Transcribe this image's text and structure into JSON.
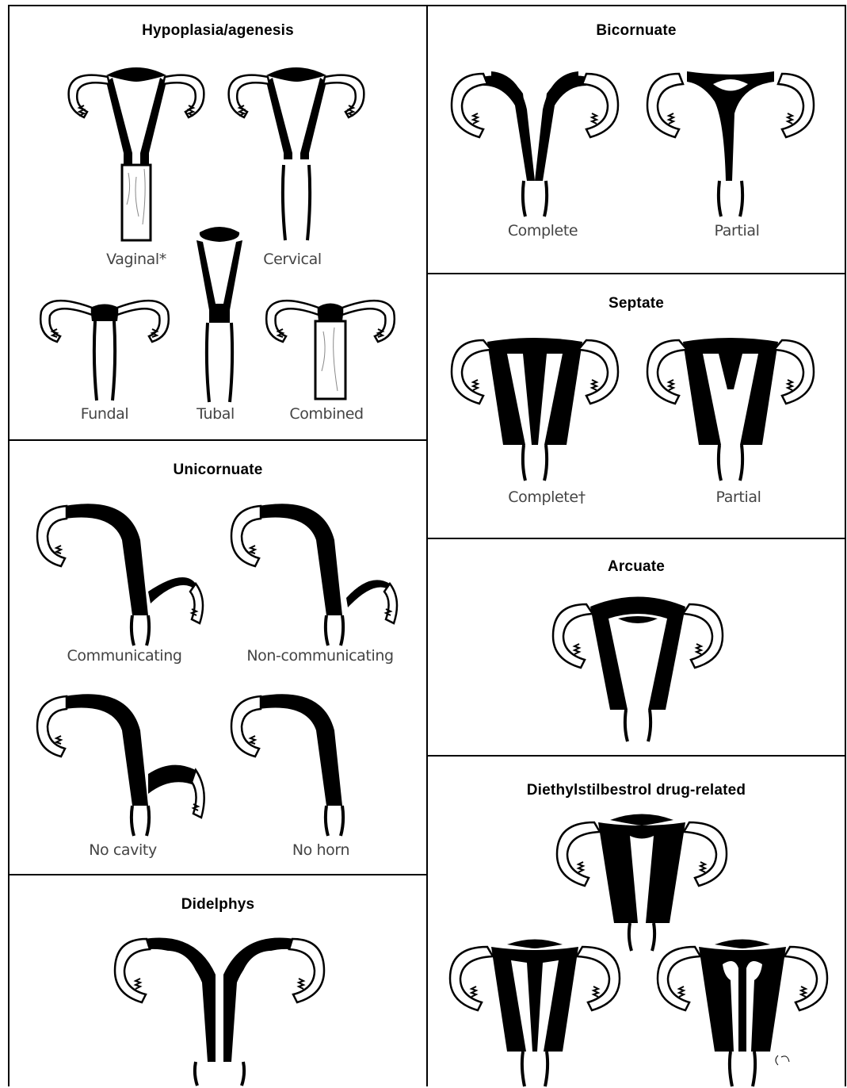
{
  "figure": {
    "hypoplasia": {
      "title": "Hypoplasia/agenesis",
      "labels": {
        "vaginal": "Vaginal*",
        "cervical": "Cervical",
        "fundal": "Fundal",
        "tubal": "Tubal",
        "combined": "Combined"
      }
    },
    "bicornuate": {
      "title": "Bicornuate",
      "labels": {
        "complete": "Complete",
        "partial": "Partial"
      }
    },
    "septate": {
      "title": "Septate",
      "labels": {
        "complete": "Complete†",
        "partial": "Partial"
      }
    },
    "arcuate": {
      "title": "Arcuate"
    },
    "unicornuate": {
      "title": "Unicornuate",
      "labels": {
        "communicating": "Communicating",
        "non_communicating": "Non-communicating",
        "no_cavity": "No cavity",
        "no_horn": "No horn"
      }
    },
    "didelphys": {
      "title": "Didelphys"
    },
    "des": {
      "title": "Diethylstilbestrol drug-related"
    }
  }
}
